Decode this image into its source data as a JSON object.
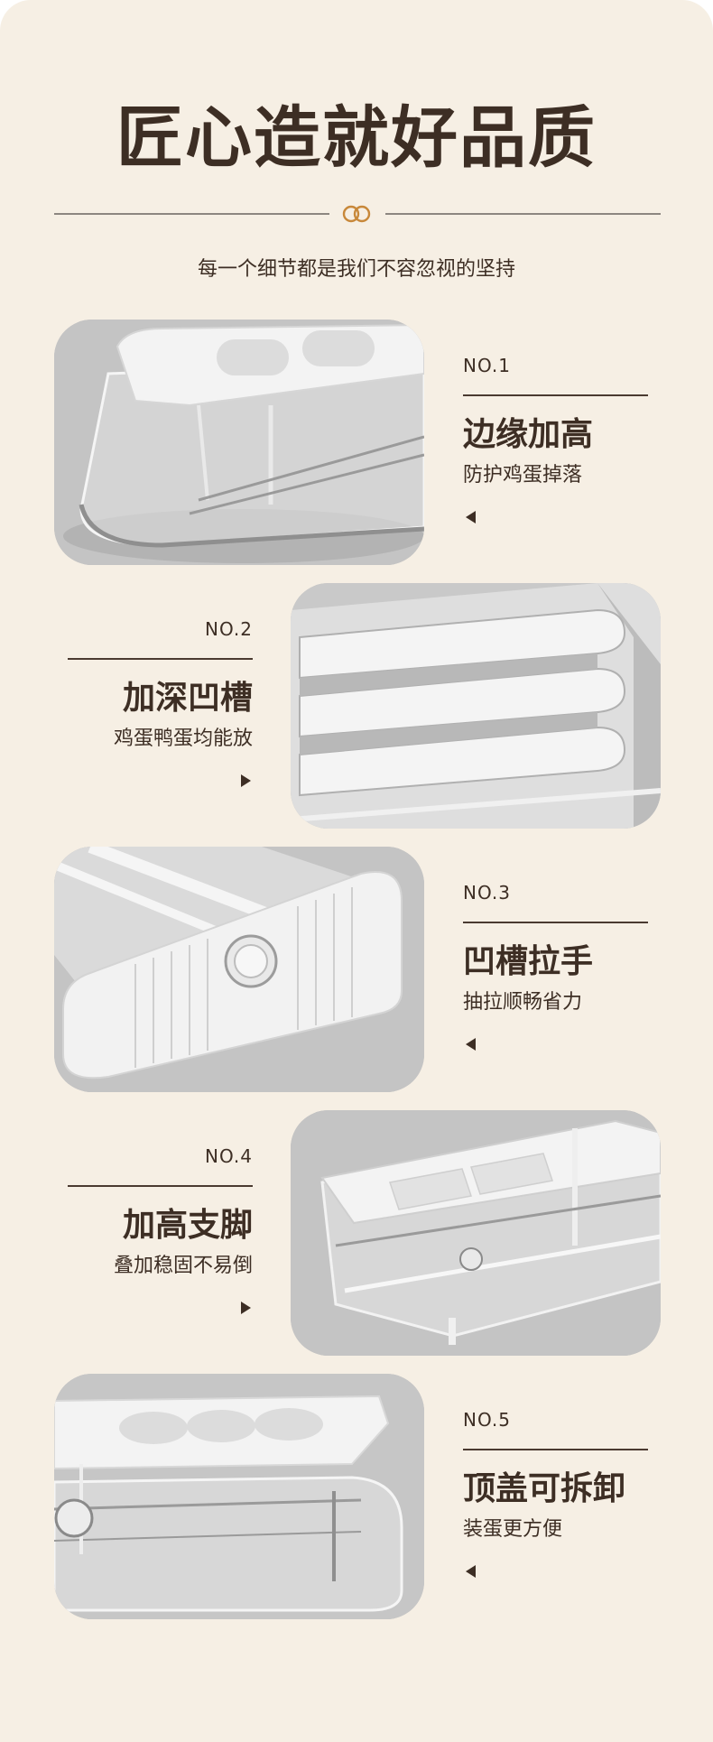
{
  "header": {
    "title": "匠心造就好品质",
    "subtitle": "每一个细节都是我们不容忽视的坚持"
  },
  "colors": {
    "background": "#f6efe4",
    "text": "#3d2e24",
    "accent": "#c8883a",
    "photo_gray": "#bdbdbd"
  },
  "features": [
    {
      "no": "NO.1",
      "name": "边缘加高",
      "desc": "防护鸡蛋掉落",
      "photo": "tray-edge-photo"
    },
    {
      "no": "NO.2",
      "name": "加深凹槽",
      "desc": "鸡蛋鸭蛋均能放",
      "photo": "deep-groove-photo"
    },
    {
      "no": "NO.3",
      "name": "凹槽拉手",
      "desc": "抽拉顺畅省力",
      "photo": "groove-handle-photo"
    },
    {
      "no": "NO.4",
      "name": "加高支脚",
      "desc": "叠加稳固不易倒",
      "photo": "raised-legs-photo"
    },
    {
      "no": "NO.5",
      "name": "顶盖可拆卸",
      "desc": "装蛋更方便",
      "photo": "removable-lid-photo"
    }
  ]
}
